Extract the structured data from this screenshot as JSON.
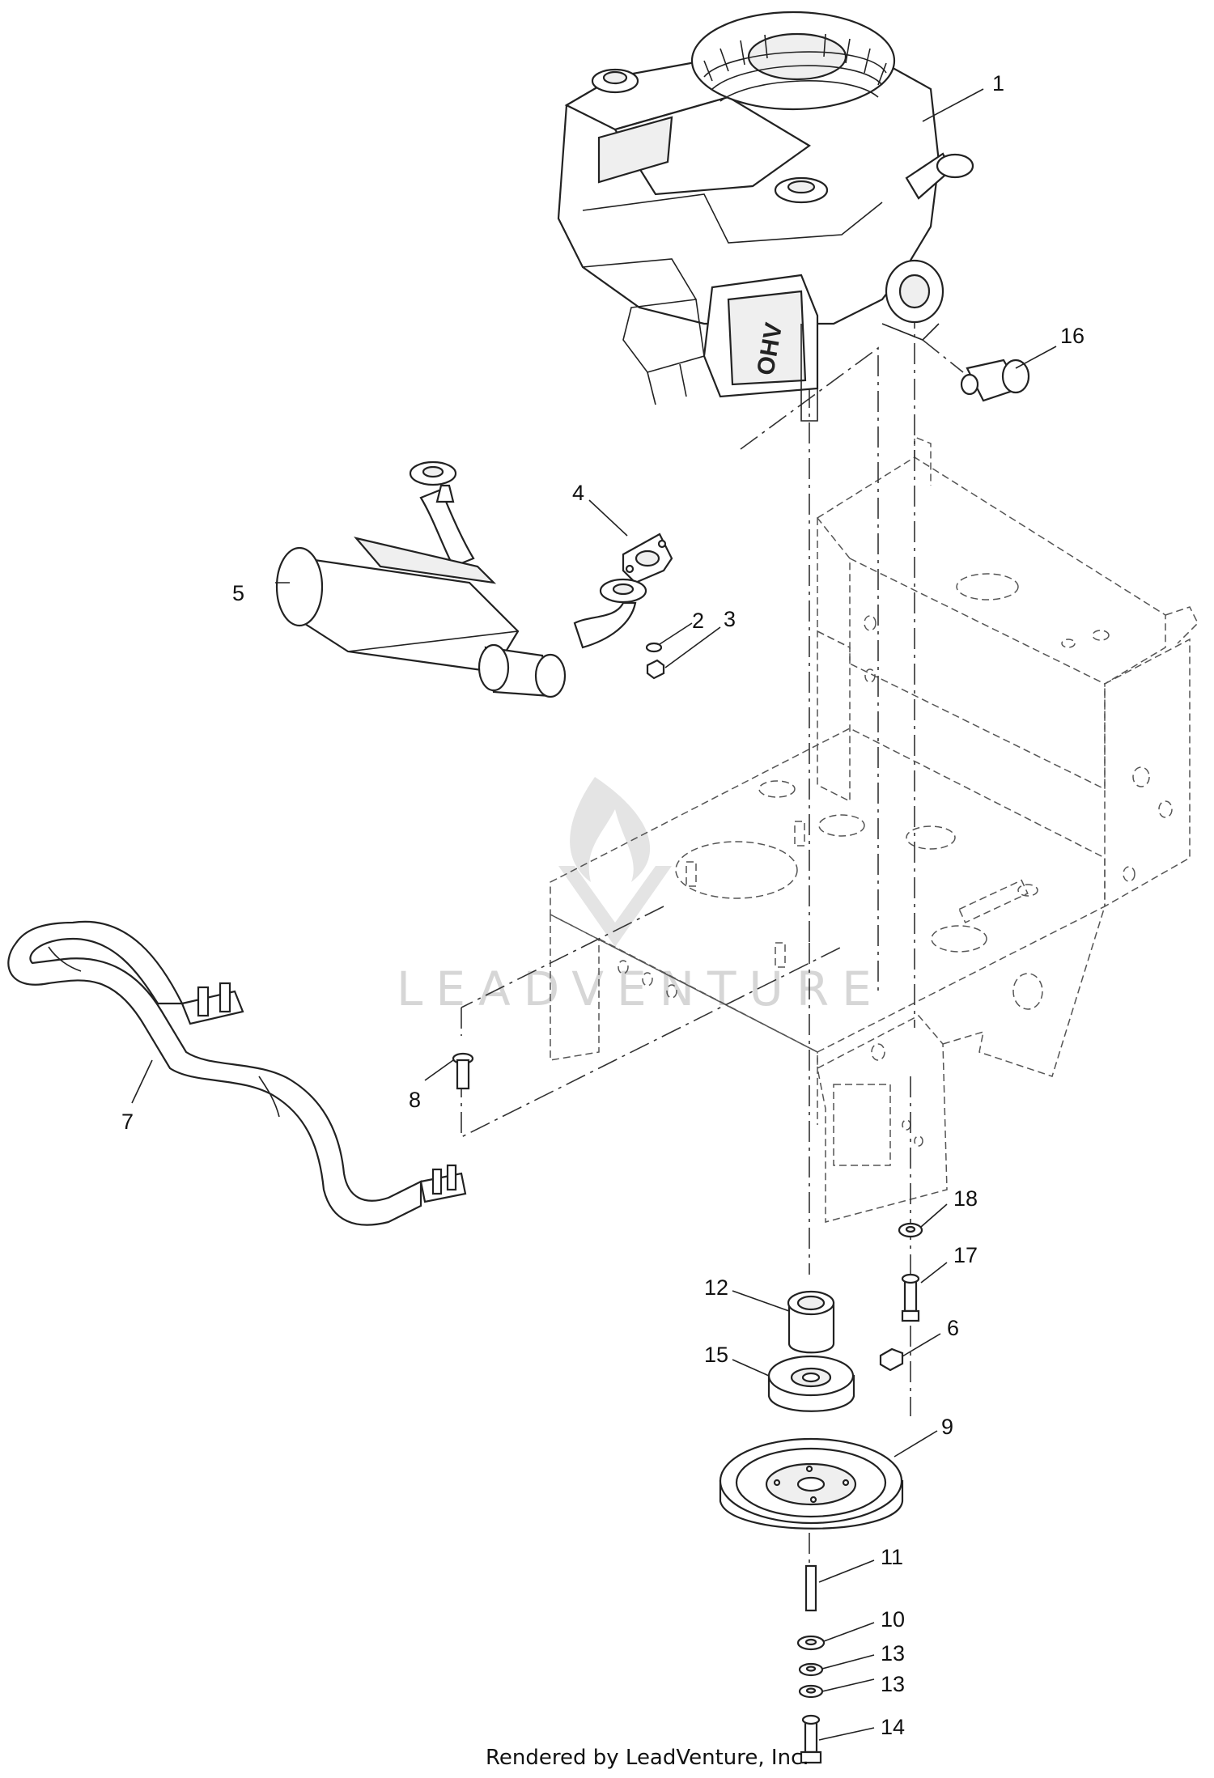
{
  "footer": {
    "text": "Rendered by LeadVenture, Inc."
  },
  "watermark": {
    "text": "LEADVENTURE"
  },
  "callouts": [
    {
      "id": "c1",
      "label": "1"
    },
    {
      "id": "c16",
      "label": "16"
    },
    {
      "id": "c4",
      "label": "4"
    },
    {
      "id": "c5",
      "label": "5"
    },
    {
      "id": "c2",
      "label": "2"
    },
    {
      "id": "c3",
      "label": "3"
    },
    {
      "id": "c7",
      "label": "7"
    },
    {
      "id": "c8",
      "label": "8"
    },
    {
      "id": "c18",
      "label": "18"
    },
    {
      "id": "c17",
      "label": "17"
    },
    {
      "id": "c12",
      "label": "12"
    },
    {
      "id": "c6",
      "label": "6"
    },
    {
      "id": "c15",
      "label": "15"
    },
    {
      "id": "c9",
      "label": "9"
    },
    {
      "id": "c11",
      "label": "11"
    },
    {
      "id": "c10",
      "label": "10"
    },
    {
      "id": "c13a",
      "label": "13"
    },
    {
      "id": "c13b",
      "label": "13"
    },
    {
      "id": "c14",
      "label": "14"
    }
  ],
  "engine": {
    "valve_text": "OHV"
  }
}
